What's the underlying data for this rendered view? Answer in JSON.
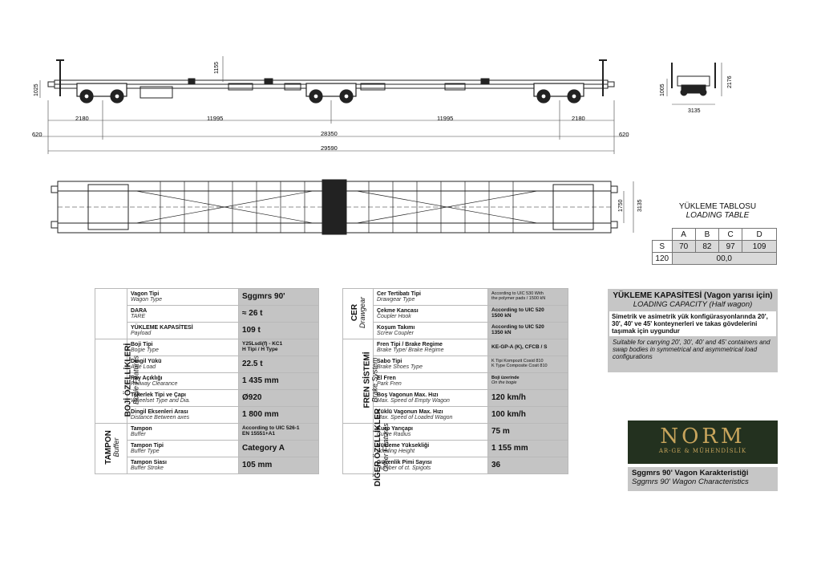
{
  "drawing": {
    "side_dims": {
      "height_top": "1155",
      "height_left": "1025",
      "seg_left": "2180",
      "seg_mid_left": "11995",
      "seg_mid_right": "11995",
      "seg_right": "2180",
      "overhang_left": "620",
      "overhang_right": "620",
      "pivots": "28350",
      "overall": "29590"
    },
    "end_dims": {
      "width": "3135",
      "height_left": "1005",
      "height_right": "2176"
    },
    "plan_dims": {
      "inner": "1750",
      "outer": "3135"
    }
  },
  "loading_table": {
    "title_tr": "YÜKLEME TABLOSU",
    "title_en": "LOADING TABLE",
    "headers": [
      "A",
      "B",
      "C",
      "D"
    ],
    "row_s_label": "S",
    "row_s": [
      "70",
      "82",
      "97",
      "109"
    ],
    "row_120_label": "120",
    "row_120_value": "00,0"
  },
  "specs_left": {
    "groups": [
      {
        "tr": "",
        "en": ""
      },
      {
        "tr": "BOJİ ÖZELLİKLERİ",
        "en": "Bogie Features"
      },
      {
        "tr": "TAMPON",
        "en": "Buffer"
      }
    ],
    "rows": [
      {
        "tr": "Vagon Tipi",
        "en": "Wagon Type",
        "value": "Sggmrs 90'"
      },
      {
        "tr": "DARA",
        "en": "TARE",
        "value": "≈ 26 t"
      },
      {
        "tr": "YÜKLEME KAPASİTESİ",
        "en": "Payload",
        "value": "109 t"
      },
      {
        "tr": "Boji Tipi",
        "en": "Bogie Type",
        "value1": "Y25Lsdi(f) - KC1",
        "value2": "H Tipi / H Type"
      },
      {
        "tr": "Dingil Yükü",
        "en": "Axle Load",
        "value": "22.5 t"
      },
      {
        "tr": "Ray Açıklığı",
        "en": "Railway Clearance",
        "value": "1 435 mm"
      },
      {
        "tr": "Tekerlek Tipi ve Çapı",
        "en": "Wheelset Type and Dia.",
        "value": "Ø920"
      },
      {
        "tr": "Dingil Eksenleri Arası",
        "en": "Distance Between axes",
        "value": "1 800 mm"
      },
      {
        "tr": "Tampon",
        "en": "Buffer",
        "value1": "According to UIC 526-1",
        "value2": "EN 15551+A1"
      },
      {
        "tr": "Tampon Tipi",
        "en": "Buffer Type",
        "value": "Category A"
      },
      {
        "tr": "Tampon Siası",
        "en": "Buffer Stroke",
        "value": "105 mm"
      }
    ]
  },
  "specs_right": {
    "groups": [
      {
        "tr": "CER",
        "en": "Drawgear"
      },
      {
        "tr": "FREN SİSTEMİ",
        "en": "Brake System"
      },
      {
        "tr": "DİĞER ÖZELLİKLER",
        "en": "Other Features"
      }
    ],
    "rows": [
      {
        "tr": "Cer Tertibatı Tipi",
        "en": "Drawgear Type",
        "value1": "According to UIC 530 With",
        "value2": "the polymer pads / 1500 kN"
      },
      {
        "tr": "Çekme Kancası",
        "en": "Coupler Hook",
        "value1": "According to UIC 520",
        "value2": "1500 kN"
      },
      {
        "tr": "Koşum Takımı",
        "en": "Screw Coupler",
        "value1": "According to UIC 520",
        "value2": "1350 kN"
      },
      {
        "tr": "Fren Tipi / Brake Regime",
        "en": "Brake Type/ Brake Regime",
        "value": "KE-GP-A (K), CFCB / S"
      },
      {
        "tr": "Sabo Tipi",
        "en": "Brake Shoes Type",
        "value1": "K Tipi Kompozit Cosid 810",
        "value2": "K Type Composite Cosit 810"
      },
      {
        "tr": "El Fren",
        "en": "Park Fren",
        "value1": "Boji üzerinde",
        "value2": "On the bogie"
      },
      {
        "tr": "Boş Vagonun Max. Hızı",
        "en": "Max. Speed of Empty Wagon",
        "value": "120 km/h"
      },
      {
        "tr": "Yüklü Vagonun Max. Hızı",
        "en": "Max. Speed of Loaded Wagon",
        "value": "100 km/h"
      },
      {
        "tr": "Kurp Yarıçapı",
        "en": "Curve Radius",
        "value": "75 m"
      },
      {
        "tr": "Yükleme Yüksekliği",
        "en": "Loading Height",
        "value": "1 155 mm"
      },
      {
        "tr": "Güvenlik Pimi Sayısı",
        "en": "Number of ct. Spigots",
        "value": "36"
      }
    ]
  },
  "capacity": {
    "title_tr": "YÜKLEME KAPASİTESİ (Vagon yarısı için)",
    "title_en": "LOADING CAPACITY (Half wagon)",
    "desc_tr": "Simetrik ve asimetrik yük konfigürasyonlarında 20', 30', 40' ve 45' konteynerleri ve takas gövdelerini taşımak için uygundur",
    "desc_en": "Suitable for carrying 20', 30', 40' and 45' containers and swap bodies in symmetrical and asymmetrical load configurations"
  },
  "logo": {
    "name": "NORM",
    "tagline": "AR-GE & MÜHENDİSLİK"
  },
  "footer": {
    "title_tr": "Sggmrs 90' Vagon Karakteristiği",
    "title_en": "Sggmrs 90' Wagon Characteristics"
  }
}
